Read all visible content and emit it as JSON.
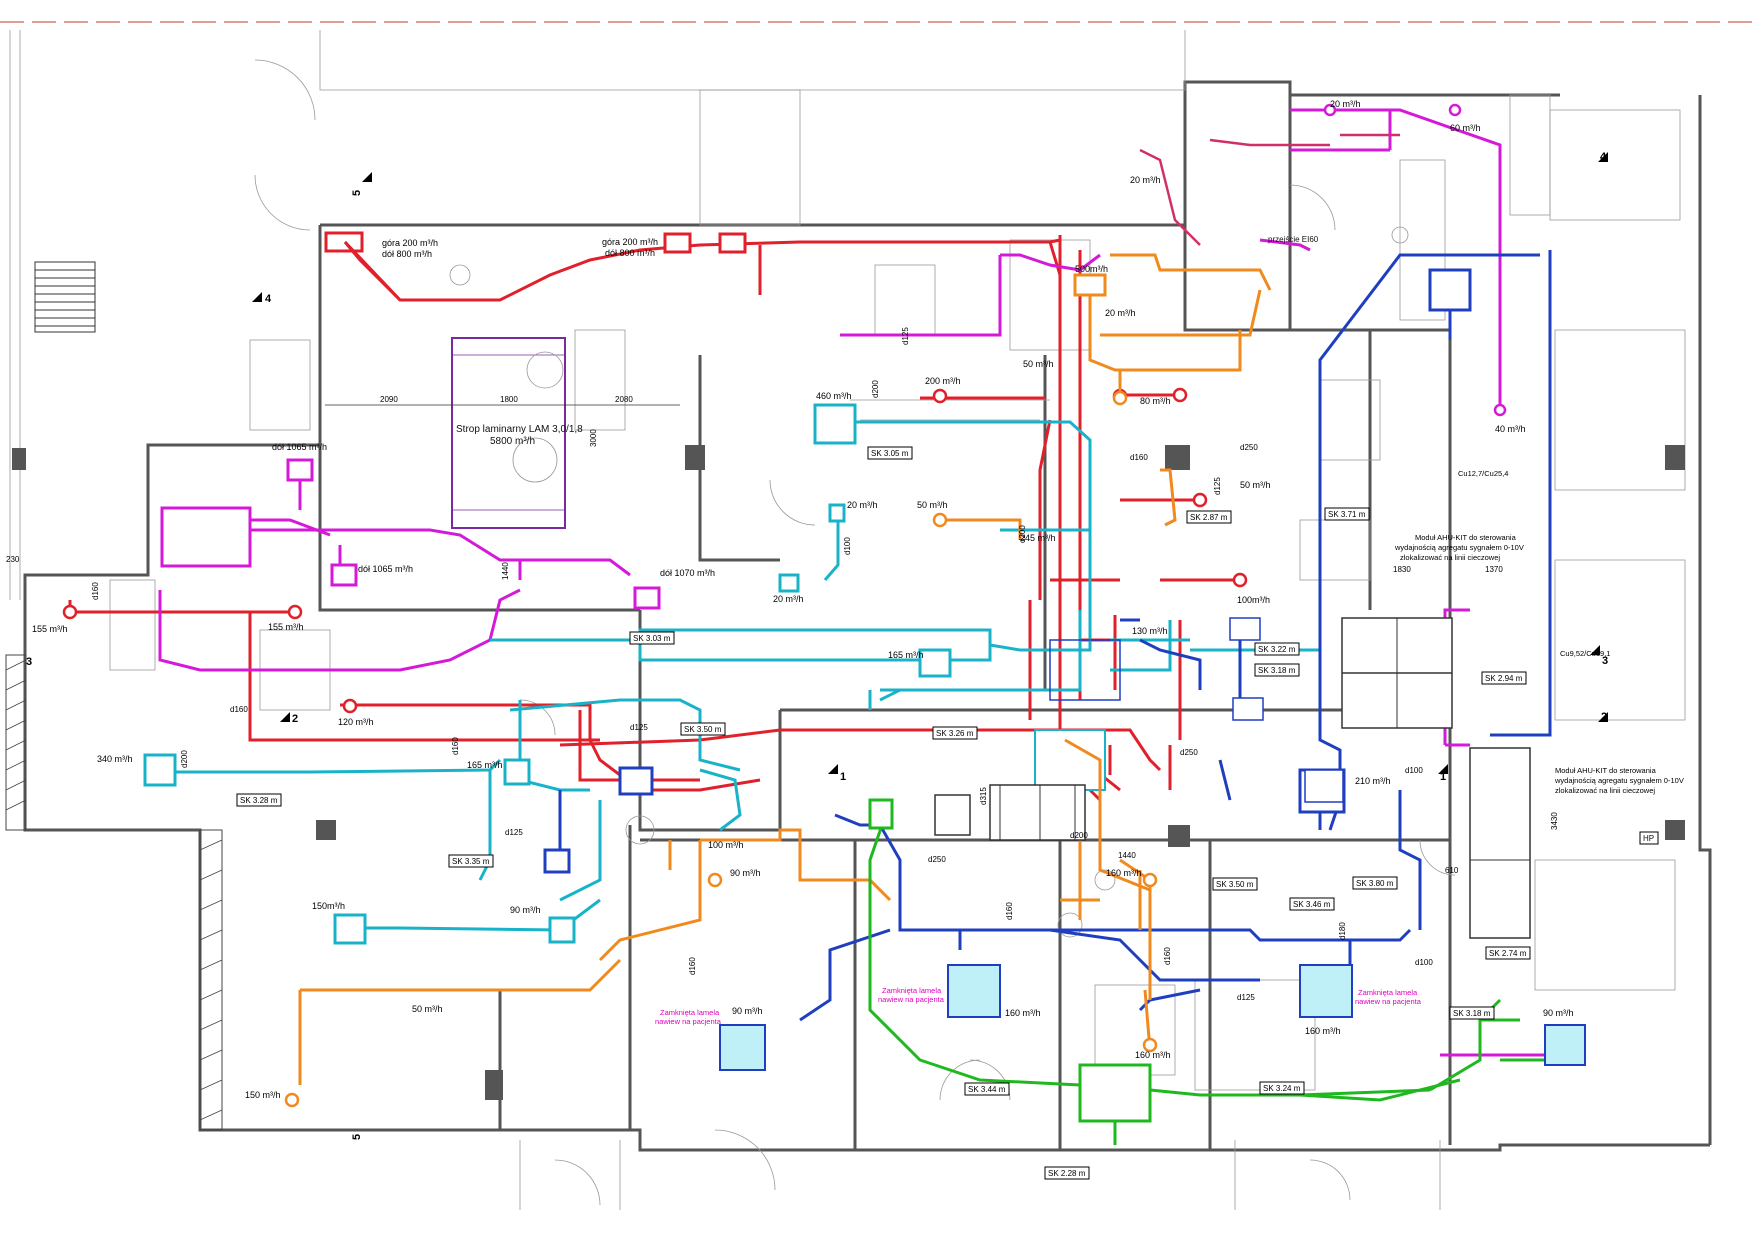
{
  "colors": {
    "wall": "#5a5a5a",
    "thin": "#9a9a9a",
    "red": "#e0202a",
    "magenta": "#d41ad8",
    "cyan": "#19b3c9",
    "blue": "#1f3fbf",
    "orange": "#f08a1e",
    "green": "#1fb81f",
    "crimson": "#d0306a",
    "violet": "#7a2aa0",
    "pinktext": "#e000c0"
  },
  "labels": {
    "strop_title": "Strop laminarny LAM 3,0/1,8",
    "strop_flow": "5800 m³/h",
    "gora1": "góra 200 m³/h",
    "dol1": "dół 800 m³/h",
    "gora2": "góra 200 m³/h",
    "dol2": "dół 800 m³/h",
    "dol1065a": "dół 1065 m³/h",
    "dol1065b": "dół 1065 m³/h",
    "dol1070": "dół 1070 m³/h",
    "przejscie": "przejście EI60",
    "modul1_l1": "Moduł AHU-KIT do sterowania",
    "modul1_l2": "wydajnością agregatu sygnałem 0-10V",
    "modul1_l3": "zlokalizować na linii cieczowej",
    "modul2_l1": "Moduł AHU-KIT do sterowania",
    "modul2_l2": "wydajnością agregatu sygnałem 0-10V",
    "modul2_l3": "zlokalizować na linii cieczowej",
    "cu1": "Cu12,7/Cu25,4",
    "cu2": "Cu9,52/Cu19,1",
    "zamk1_l1": "Zamknięta lamela",
    "zamk1_l2": "nawiew na pacjenta",
    "zamk2_l1": "Zamknięta lamela",
    "zamk2_l2": "nawiew na pacjenta",
    "zamk3_l1": "Zamknięta lamela",
    "zamk3_l2": "nawiew na pacjenta",
    "hp": "HP"
  },
  "flows": {
    "f20a": "20 m³/h",
    "f60": "60 m³/h",
    "f20b": "20 m³/h",
    "f500": "500m³/h",
    "f20c": "20 m³/h",
    "f50a": "50 m³/h",
    "f200": "200 m³/h",
    "f80": "80 m³/h",
    "f460": "460 m³/h",
    "f40": "40 m³/h",
    "f50b": "50 m³/h",
    "f20d": "20 m³/h",
    "f50c": "50 m³/h",
    "f245": "245 m³/h",
    "f100a": "100m³/h",
    "f20e": "20 m³/h",
    "f155a": "155 m³/h",
    "f155b": "155 m³/h",
    "f130": "130 m³/h",
    "f165a": "165 m³/h",
    "f120": "120 m³/h",
    "f340": "340 m³/h",
    "f165b": "165 m³/h",
    "f210": "210 m³/h",
    "f100b": "100 m³/h",
    "f90a": "90 m³/h",
    "f160a": "160 m³/h",
    "f150a": "150m³/h",
    "f90b": "90 m³/h",
    "f50d": "50 m³/h",
    "f90c": "90 m³/h",
    "f160b": "160 m³/h",
    "f160c": "160 m³/h",
    "f160d": "160 m³/h",
    "f90d": "90 m³/h",
    "f150b": "150 m³/h"
  },
  "sk_tags": {
    "sk305": "SK 3.05 m",
    "sk371": "SK 3.71 m",
    "sk287": "SK 2.87 m",
    "sk350a": "SK 3.50 m",
    "sk303": "SK 3.03 m",
    "sk322": "SK 3.22 m",
    "sk318a": "SK 3.18 m",
    "sk294": "SK 2.94 m",
    "sk350b": "SK 3.50 m",
    "sk326": "SK 3.26 m",
    "sk328": "SK 3.28 m",
    "sk335": "SK 3.35 m",
    "sk346": "SK 3.46 m",
    "sk380": "SK 3.80 m",
    "sk274": "SK 2.74 m",
    "sk318b": "SK 3.18 m",
    "sk344": "SK 3.44 m",
    "sk324": "SK 3.24 m",
    "sk228": "SK 2.28 m"
  },
  "dims": {
    "d2090": "2090",
    "d1800": "1800",
    "d2080": "2080",
    "d3000": "3000",
    "d1830": "1830",
    "d1370": "1370",
    "d610": "610",
    "d3430": "3430",
    "d230": "230",
    "d1440": "1440",
    "d1440b": "1440"
  },
  "ducts": {
    "d160a": "d160",
    "d125a": "d125",
    "d250a": "d250",
    "d200a": "d200",
    "d100a": "d100",
    "d100b": "d100",
    "d160b": "d160",
    "d125b": "d125",
    "d250b": "d250",
    "d125c": "d125",
    "d160c": "d160",
    "d200b": "d200",
    "d315": "d315",
    "d160d": "d160",
    "d125d": "d125",
    "d100c": "d100",
    "d160e": "d160",
    "d250c": "d250",
    "d200c": "d200",
    "d160f": "d160",
    "d180": "d180",
    "d160g": "d160",
    "d125e": "d125"
  },
  "sections": {
    "s5": "5",
    "s4a": "4",
    "s4b": "4",
    "s3a": "3",
    "s3b": "3",
    "s2a": "2",
    "s2b": "2",
    "s1a": "1",
    "s1b": "1",
    "s5b": "5"
  }
}
